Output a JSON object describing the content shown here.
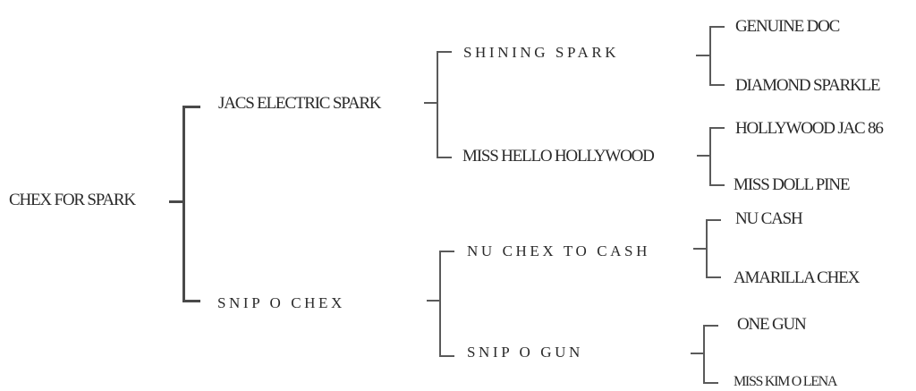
{
  "diagram": {
    "type": "pedigree",
    "colors": {
      "text": "#2a2a2a",
      "line": "#4a4a4a",
      "background": "#ffffff"
    },
    "subject": {
      "name": "CHEX FOR SPARK"
    },
    "sire": {
      "name": "JACS ELECTRIC SPARK",
      "sire": {
        "name": "SHINING SPARK",
        "sire": {
          "name": "GENUINE DOC"
        },
        "dam": {
          "name": "DIAMOND SPARKLE"
        }
      },
      "dam": {
        "name": "MISS HELLO HOLLYWOOD",
        "sire": {
          "name": "HOLLYWOOD JAC 86"
        },
        "dam": {
          "name": "MISS DOLL PINE"
        }
      }
    },
    "dam": {
      "name": "SNIP O CHEX",
      "sire": {
        "name": "NU CHEX TO CASH",
        "sire": {
          "name": "NU CASH"
        },
        "dam": {
          "name": "AMARILLA CHEX"
        }
      },
      "dam": {
        "name": "SNIP O GUN",
        "sire": {
          "name": "ONE GUN"
        },
        "dam": {
          "name": "MISS KIM O LENA"
        }
      }
    }
  }
}
